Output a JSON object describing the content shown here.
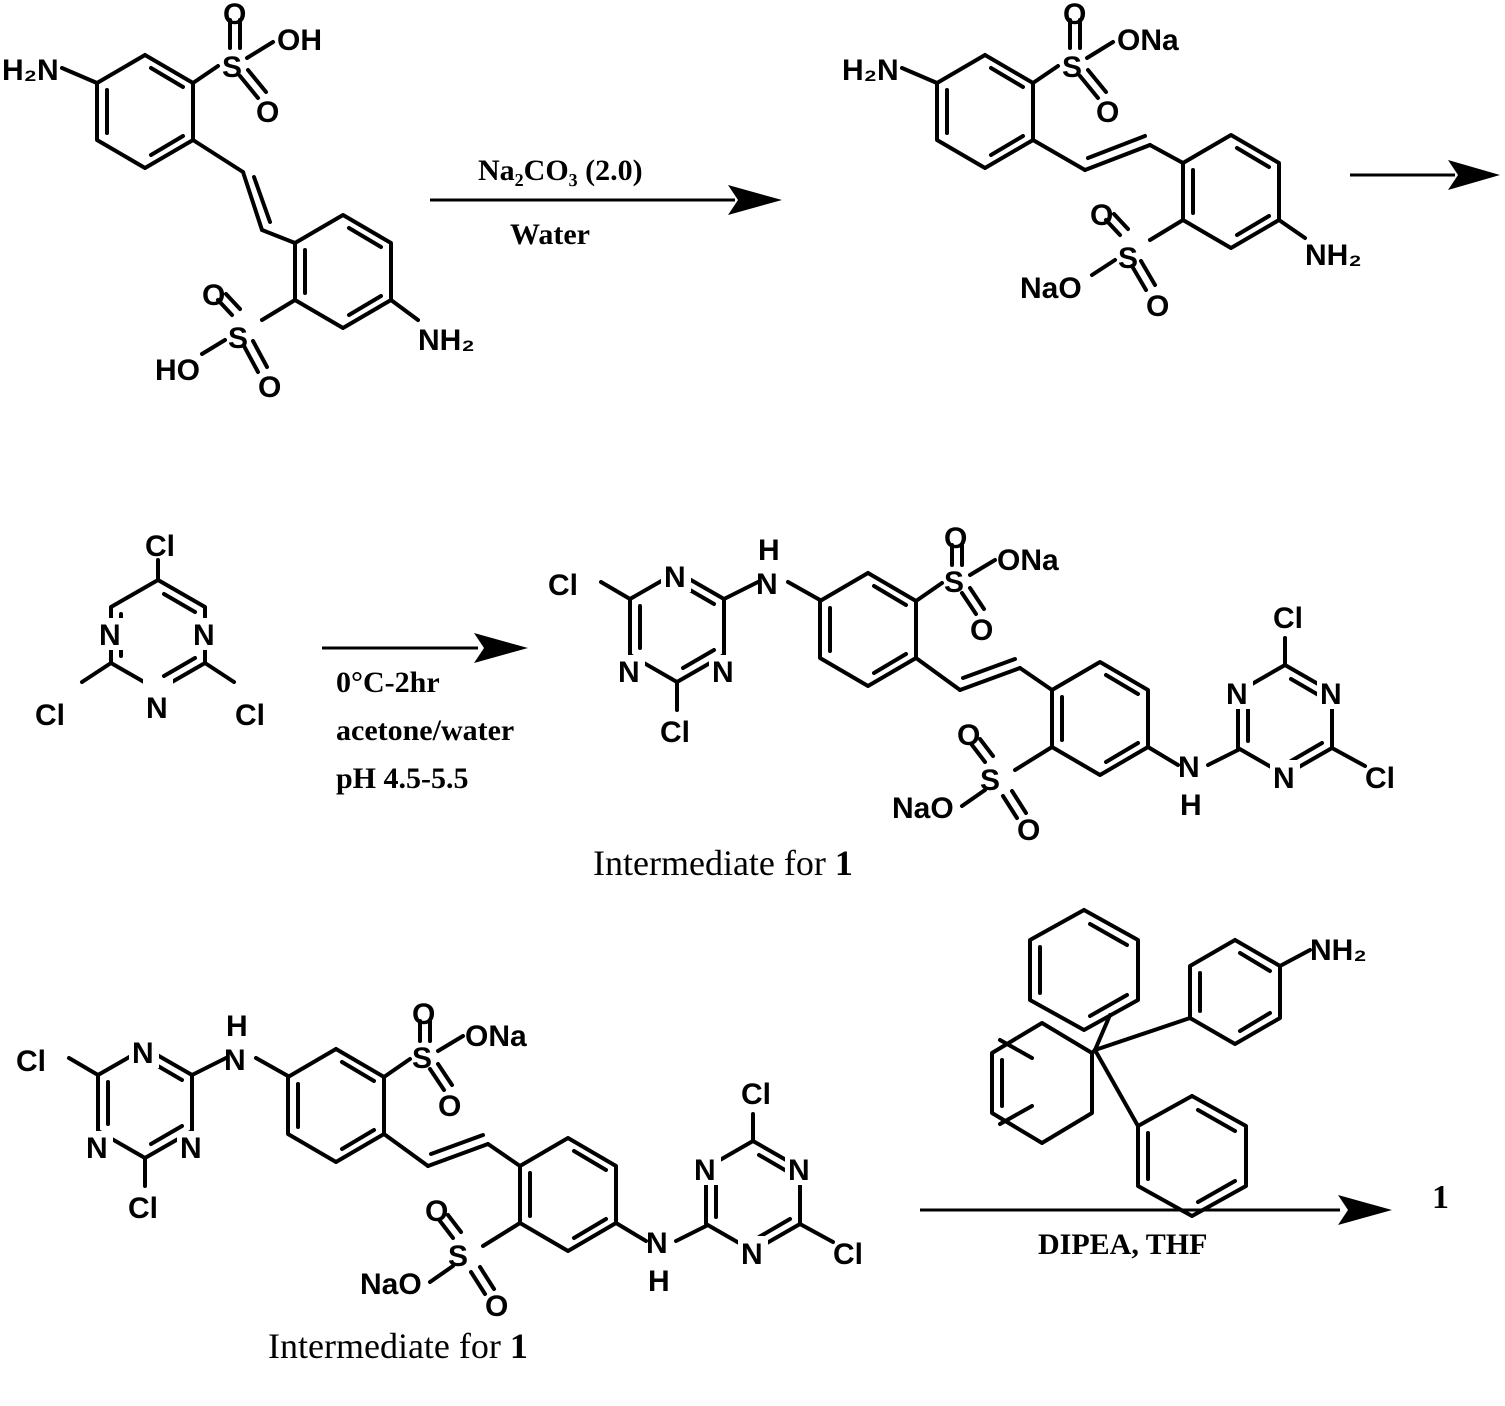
{
  "reactions": [
    {
      "conditions_above": "Na₂CO₃ (2.0)",
      "conditions_below": "Water"
    },
    {
      "conditions_below": [
        "0°C-2hr",
        "acetone/water",
        "pH 4.5-5.5"
      ]
    },
    {
      "conditions_below": "DIPEA, THF",
      "product": "1"
    }
  ],
  "captions": {
    "intermediate_1": {
      "text": "Intermediate for ",
      "bold": "1"
    },
    "intermediate_2": {
      "text": "Intermediate for ",
      "bold": "1"
    }
  },
  "labels": {
    "oh": "OH",
    "ho": "HO",
    "h2n": "H₂N",
    "nh2": "NH₂",
    "s": "S",
    "o": "O",
    "ona": "ONa",
    "nao": "NaO",
    "cl": "Cl",
    "n": "N",
    "h": "H"
  }
}
